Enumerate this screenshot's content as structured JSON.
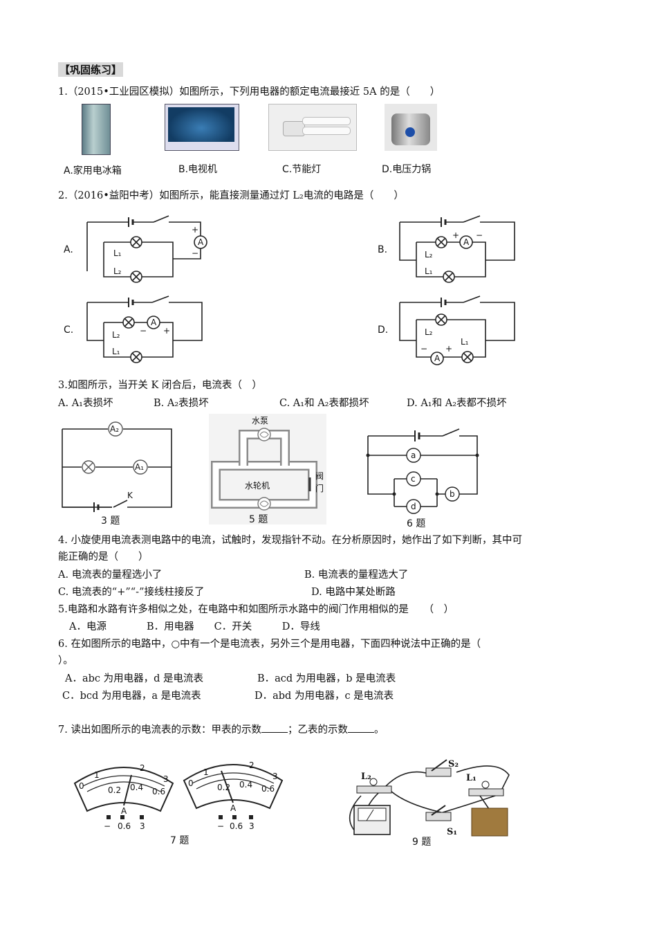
{
  "section_title": "【巩固练习】",
  "q1": {
    "stem": "1.（2015•工业园区模拟）如图所示，下列用电器的额定电流最接近 5A 的是（　　）",
    "options": [
      "A.家用电冰箱",
      "B.电视机",
      "C.节能灯",
      "D.电压力锅"
    ]
  },
  "q2": {
    "stem": "2.（2016•益阳中考）如图所示，能直接测量通过灯 L₂电流的电路是（　　）",
    "labels": [
      "A.",
      "B.",
      "C.",
      "D."
    ]
  },
  "q3": {
    "stem": "3.如图所示，当开关 K 闭合后，电流表（　）",
    "options": [
      "A. A₁表损坏",
      "B. A₂表损坏",
      "C. A₁和 A₂表都损坏",
      "D. A₁和 A₂表都不损坏"
    ]
  },
  "figs": {
    "f3": "3 题",
    "f5": "5 题",
    "f6": "6 题",
    "f7": "7 题",
    "f9": "9 题",
    "pump": "水泵",
    "turbine": "水轮机",
    "valve_1": "阀",
    "valve_2": "门"
  },
  "q4": {
    "stem_1": "4. 小旋使用电流表测电路中的电流，试触时，发现指针不动。在分析原因时，她作出了如下判断，其中可",
    "stem_2": "能正确的是（　　）",
    "options": [
      "A. 电流表的量程选小了",
      "B. 电流表的量程选大了",
      "C. 电流表的“+”“-”接线柱接反了",
      "D. 电路中某处断路"
    ]
  },
  "q5": {
    "stem": "5.电路和水路有许多相似之处，在电路中和如图所示水路中的阀门作用相似的是　　（　）",
    "options": "A．电源　　　　B．用电器　　C．开关　　　D．导线"
  },
  "q6": {
    "stem_1": "6. 在如图所示的电路中，○中有一个是电流表，另外三个是用电器，下面四种说法中正确的是（",
    "stem_2": "）。",
    "options": [
      "A．abc 为用电器，d 是电流表",
      "B．acd 为用电器，b 是电流表",
      "C．bcd 为用电器，a 是电流表",
      "D．abd 为用电器，c 是电流表"
    ]
  },
  "q7": {
    "stem_a": "7. 读出如图所示的电流表的示数：甲表的示数",
    "stem_b": "；乙表的示数",
    "stem_c": "。"
  }
}
